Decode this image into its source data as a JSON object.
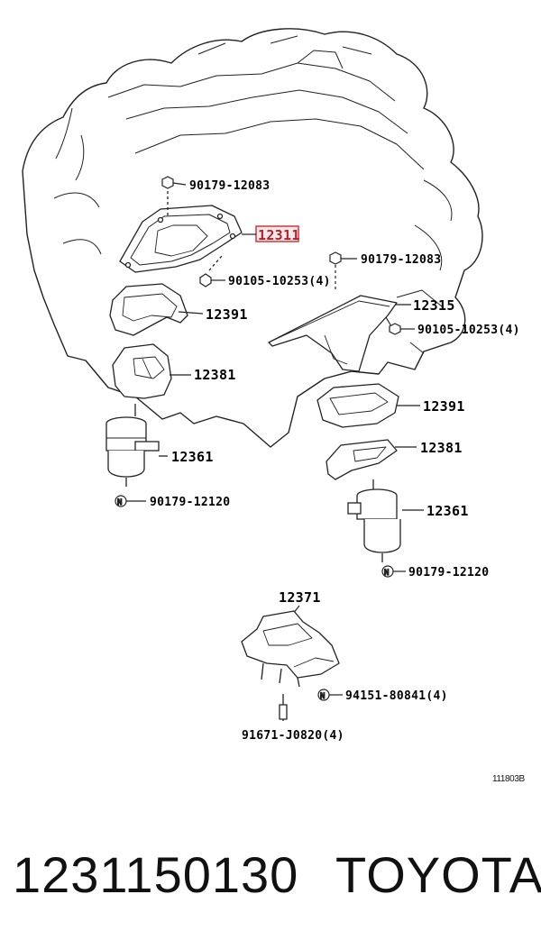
{
  "diagram": {
    "highlight_color": "#d9343a",
    "labels": {
      "upper_nut_left": "90179-12083",
      "bracket_left": "12311",
      "bolt_left": "90105-10253(4)",
      "insulator_left": "12391",
      "bracket_mid_left": "12381",
      "mount_left": "12361",
      "nut_lower_left": "90179-12120",
      "upper_nut_right": "90179-12083",
      "bracket_right": "12315",
      "bolt_right": "90105-10253(4)",
      "insulator_right": "12391",
      "bracket_mid_right": "12381",
      "mount_right": "12361",
      "nut_lower_right": "90179-12120",
      "rear_mount": "12371",
      "rear_nut": "94151-80841(4)",
      "rear_bolt": "91671-J0820(4)"
    },
    "reference_code": "111803B"
  },
  "footer": {
    "part_number": "1231150130",
    "brand": "TOYOTA"
  }
}
